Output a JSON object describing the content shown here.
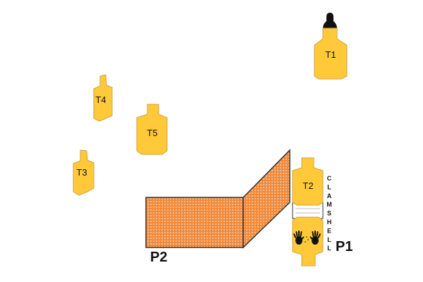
{
  "colors": {
    "target_fill": "#FFC93A",
    "target_stroke": "#D2A23A",
    "wall_fill": "#F08A3C",
    "wall_stroke": "#333333",
    "black": "#111111"
  },
  "targets": {
    "t1": "T1",
    "t2": "T2",
    "t3": "T3",
    "t4": "T4",
    "t5": "T5"
  },
  "positions": {
    "p1": "P1",
    "p2": "P2"
  },
  "clamshell_letters": [
    "C",
    "L",
    "A",
    "M",
    "S",
    "H",
    "E",
    "L",
    "L"
  ],
  "icons": {
    "hands": "hand-prints-icon",
    "no_shoot": "no-shoot-head-icon"
  }
}
